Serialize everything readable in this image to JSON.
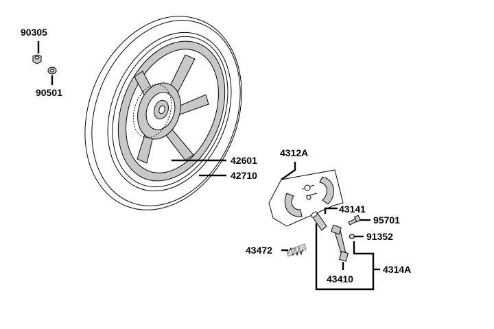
{
  "parts": {
    "p90305": "90305",
    "p90501": "90501",
    "p42601": "42601",
    "p42710": "42710",
    "p4312A": "4312A",
    "p43141": "43141",
    "p95701": "95701",
    "p91352": "91352",
    "p43472": "43472",
    "p43410": "43410",
    "p4314A": "4314A"
  }
}
